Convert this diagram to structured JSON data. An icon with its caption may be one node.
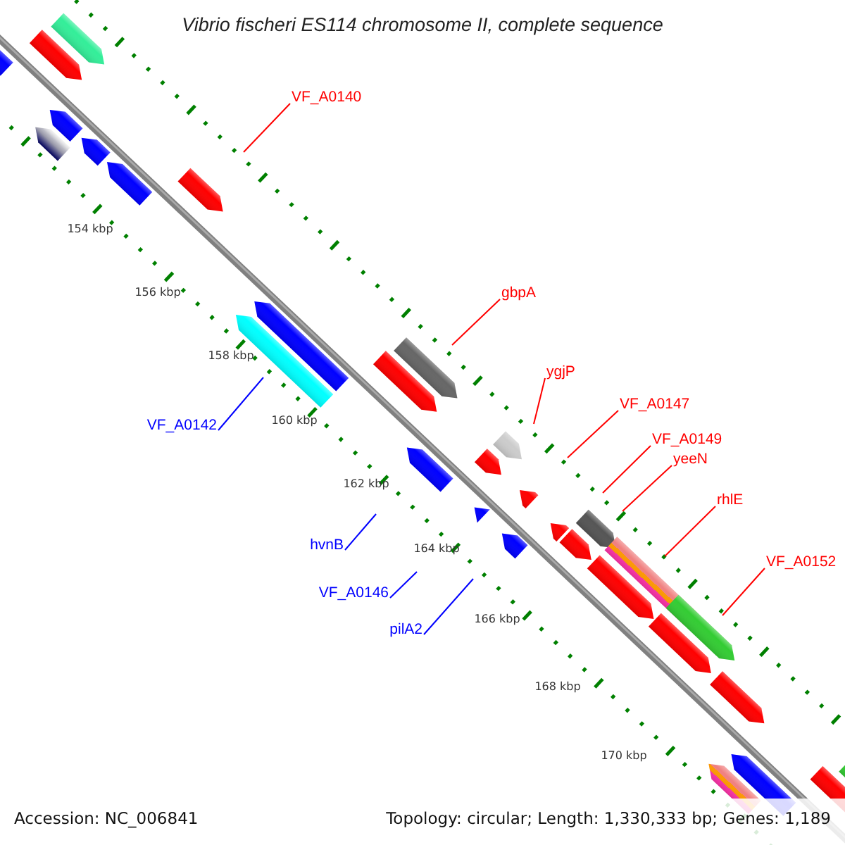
{
  "diagram": {
    "title": "Vibrio fischeri ES114 chromosome II, complete sequence",
    "nodes": [
      {
        "text": [
          "VF_A0140"
        ]
      },
      {
        "text": [
          "gbpA"
        ]
      },
      {
        "text": [
          "ygjP"
        ]
      },
      {
        "text": [
          "VF_A0147"
        ]
      },
      {
        "text": [
          "VF_A0142"
        ]
      },
      {
        "text": [
          "VF_A0149"
        ]
      },
      {
        "text": [
          "yeeN"
        ]
      },
      {
        "text": [
          "rhlE"
        ]
      },
      {
        "text": [
          "hvnB"
        ]
      },
      {
        "text": [
          "VF_A0152"
        ]
      },
      {
        "text": [
          "VF_A0146"
        ]
      },
      {
        "text": [
          "pilA2"
        ]
      }
    ],
    "edges": [
      {
        "from": 0,
        "to": null,
        "arrow": "none"
      },
      {
        "from": 1,
        "to": null,
        "arrow": "none"
      },
      {
        "from": 2,
        "to": null,
        "arrow": "none"
      },
      {
        "from": 3,
        "to": null,
        "arrow": "none"
      },
      {
        "from": 4,
        "to": null,
        "arrow": "none",
        "color": "#0000ff"
      },
      {
        "from": 5,
        "to": null,
        "arrow": "none"
      },
      {
        "from": 6,
        "to": null,
        "arrow": "none"
      },
      {
        "from": 7,
        "to": null,
        "arrow": "none"
      },
      {
        "from": 8,
        "to": null,
        "arrow": "none",
        "color": "#0000ff"
      },
      {
        "from": 9,
        "to": null,
        "arrow": "none"
      },
      {
        "from": 10,
        "to": null,
        "arrow": "none",
        "color": "#0000ff"
      },
      {
        "from": 11,
        "to": null,
        "arrow": "none",
        "color": "#0000ff"
      }
    ],
    "labels": [
      "154 kbp",
      "156 kbp",
      "158 kbp",
      "160 kbp",
      "162 kbp",
      "164 kbp",
      "166 kbp",
      "168 kbp",
      "170 kbp",
      "Accession: NC_006841",
      "Topology: circular; Length: 1,330,333 bp; Genes: 1,189"
    ]
  }
}
